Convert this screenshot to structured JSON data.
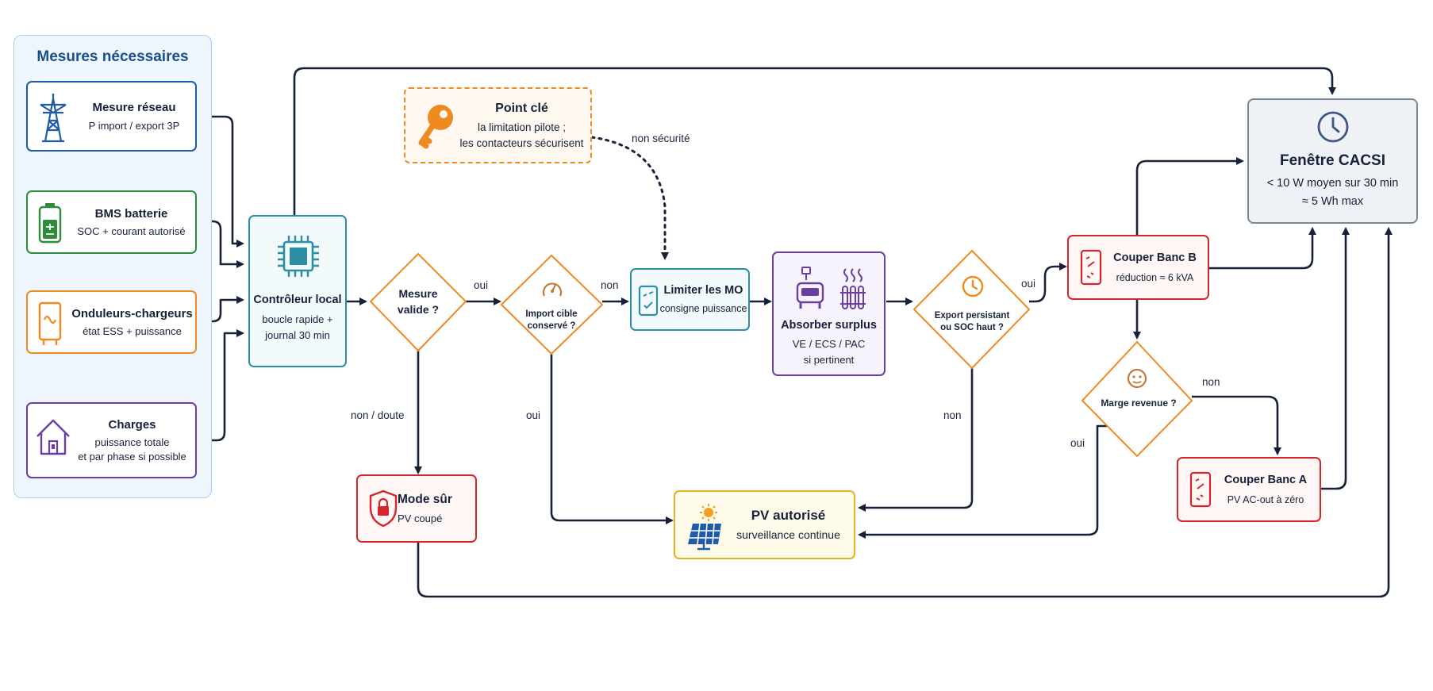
{
  "panel": {
    "title": "Mesures nécessaires"
  },
  "inputs": {
    "grid": {
      "title": "Mesure réseau",
      "sub": "P import / export 3P"
    },
    "bms": {
      "title": "BMS batterie",
      "sub": "SOC + courant autorisé"
    },
    "inverters": {
      "title": "Onduleurs-chargeurs",
      "sub": "état ESS + puissance"
    },
    "loads": {
      "title": "Charges",
      "sub1": "puissance totale",
      "sub2": "et par phase si possible"
    }
  },
  "controller": {
    "title": "Contrôleur local",
    "sub1": "boucle rapide +",
    "sub2": "journal 30 min"
  },
  "keypoint": {
    "title": "Point clé",
    "sub1": "la limitation pilote ;",
    "sub2": "les contacteurs sécurisent"
  },
  "decisions": {
    "valid": {
      "l1": "Mesure",
      "l2": "valide ?"
    },
    "import": {
      "l1": "Import cible",
      "l2": "conservé ?"
    },
    "export": {
      "l1": "Export persistant",
      "l2": "ou SOC haut ?"
    },
    "margin": {
      "l1": "Marge revenue ?"
    }
  },
  "limit": {
    "title": "Limiter les MO",
    "sub": "consigne puissance"
  },
  "absorb": {
    "title": "Absorber surplus",
    "sub1": "VE / ECS / PAC",
    "sub2": "si pertinent"
  },
  "bankB": {
    "title": "Couper Banc B",
    "sub": "réduction ≈ 6 kVA"
  },
  "bankA": {
    "title": "Couper Banc A",
    "sub": "PV AC-out à zéro"
  },
  "window": {
    "title": "Fenêtre CACSI",
    "sub1": "< 10 W moyen sur 30 min",
    "sub2": "≈ 5 Wh max"
  },
  "safe": {
    "title": "Mode sûr",
    "sub": "PV coupé"
  },
  "pv": {
    "title": "PV autorisé",
    "sub": "surveillance continue"
  },
  "labels": {
    "non_securite": "non sécurité",
    "oui1": "oui",
    "non1": "non",
    "non_doute": "non / doute",
    "oui2": "oui",
    "oui3": "oui",
    "non2": "non",
    "non3": "non",
    "oui4": "oui"
  },
  "colors": {
    "navy": "#17213a",
    "blue": "#1f5ba6",
    "green": "#2e8b3a",
    "orange": "#ef8a21",
    "purple": "#6a3fa0",
    "teal": "#2a8fa3",
    "red": "#d6262d",
    "yellow": "#e8b020",
    "gray": "#7a8797"
  }
}
